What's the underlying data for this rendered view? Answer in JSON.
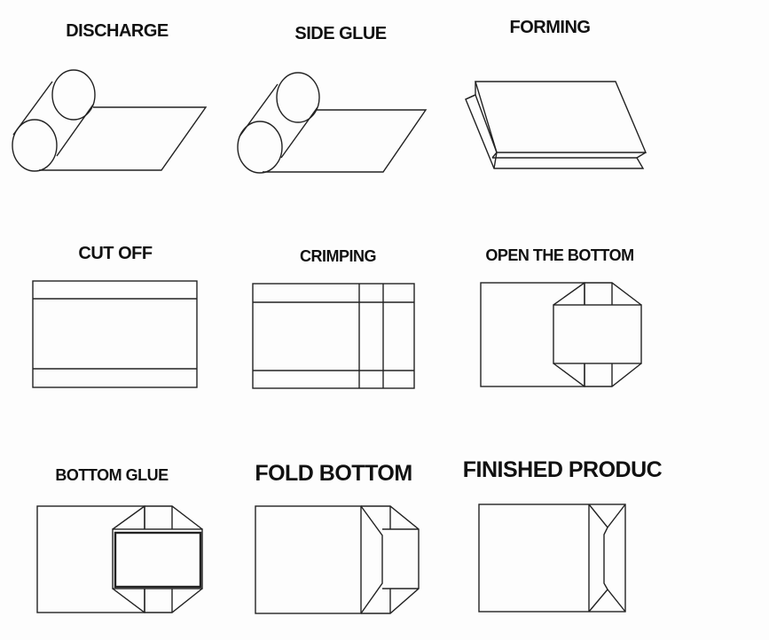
{
  "steps": [
    {
      "label": "DISCHARGE"
    },
    {
      "label": "SIDE GLUE"
    },
    {
      "label": "FORMING"
    },
    {
      "label": "CUT OFF"
    },
    {
      "label": "CRIMPING"
    },
    {
      "label": "OPEN THE BOTTOM"
    },
    {
      "label": "BOTTOM GLUE"
    },
    {
      "label": "FOLD BOTTOM"
    },
    {
      "label": "FINISHED PRODUC"
    }
  ]
}
